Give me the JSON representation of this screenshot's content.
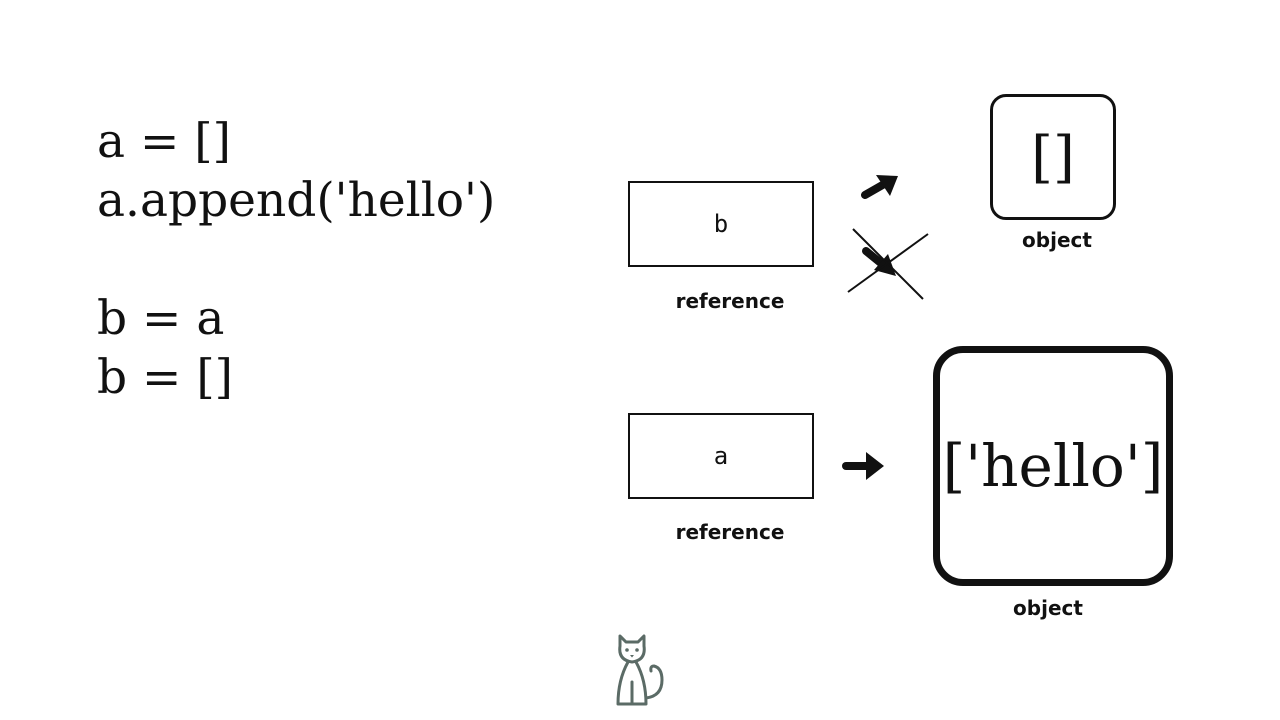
{
  "code": {
    "line1": "a = []",
    "line2": "a.append('hello')",
    "line3": "b = a",
    "line4": "b = []"
  },
  "references": {
    "b": {
      "name": "b",
      "label": "reference"
    },
    "a": {
      "name": "a",
      "label": "reference"
    }
  },
  "objects": {
    "empty_list": {
      "value": "[]",
      "label": "object"
    },
    "hello_list": {
      "value": "['hello']",
      "label": "object"
    }
  },
  "icons": {
    "arrow_b_to_empty": "arrow-icon",
    "arrow_b_to_hello_crossed": "crossed-out-arrow-icon",
    "arrow_a_to_hello": "arrow-icon",
    "logo": "cat-icon"
  },
  "colors": {
    "ink": "#111111",
    "logo": "#5b6b66",
    "background": "#ffffff"
  }
}
